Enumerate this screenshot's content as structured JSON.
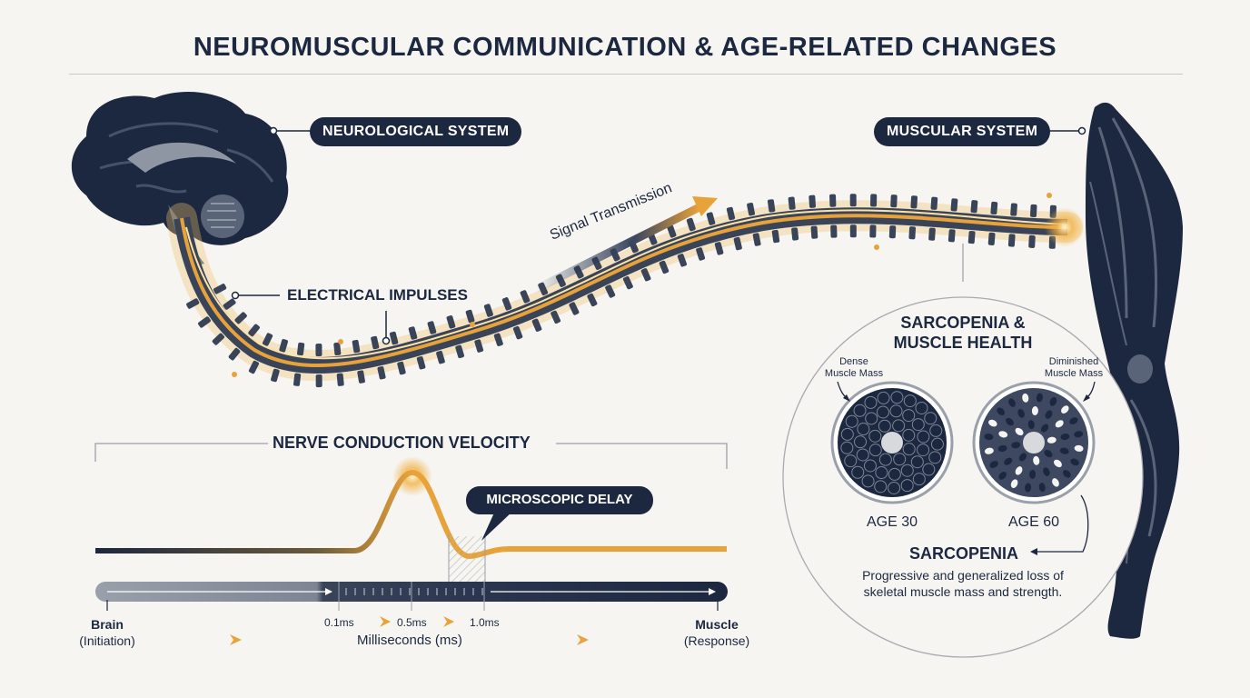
{
  "title": "NEUROMUSCULAR COMMUNICATION & AGE-RELATED CHANGES",
  "labels": {
    "neuro": "NEUROLOGICAL SYSTEM",
    "muscular": "MUSCULAR SYSTEM",
    "impulses": "ELECTRICAL IMPULSES",
    "signal": "Signal Transmission"
  },
  "ncv": {
    "title": "NERVE CONDUCTION VELOCITY",
    "delay": "MICROSCOPIC DELAY",
    "ticks": [
      "0.1ms",
      "0.5ms",
      "1.0ms"
    ],
    "axis_label": "Milliseconds (ms)",
    "start_bold": "Brain",
    "start_sub": "(Initiation)",
    "end_bold": "Muscle",
    "end_sub": "(Response)"
  },
  "sarcopenia": {
    "heading_line1": "SARCOPENIA &",
    "heading_line2": "MUSCLE HEALTH",
    "dense_line1": "Dense",
    "dense_line2": "Muscle Mass",
    "dim_line1": "Diminished",
    "dim_line2": "Muscle Mass",
    "age_young": "AGE 30",
    "age_old": "AGE 60",
    "term": "SARCOPENIA",
    "definition_line1": "Progressive and generalized loss of",
    "definition_line2": "skeletal muscle mass and strength."
  },
  "colors": {
    "navy": "#1c2740",
    "gold": "#e8a23a",
    "grey": "#8e96a3"
  }
}
